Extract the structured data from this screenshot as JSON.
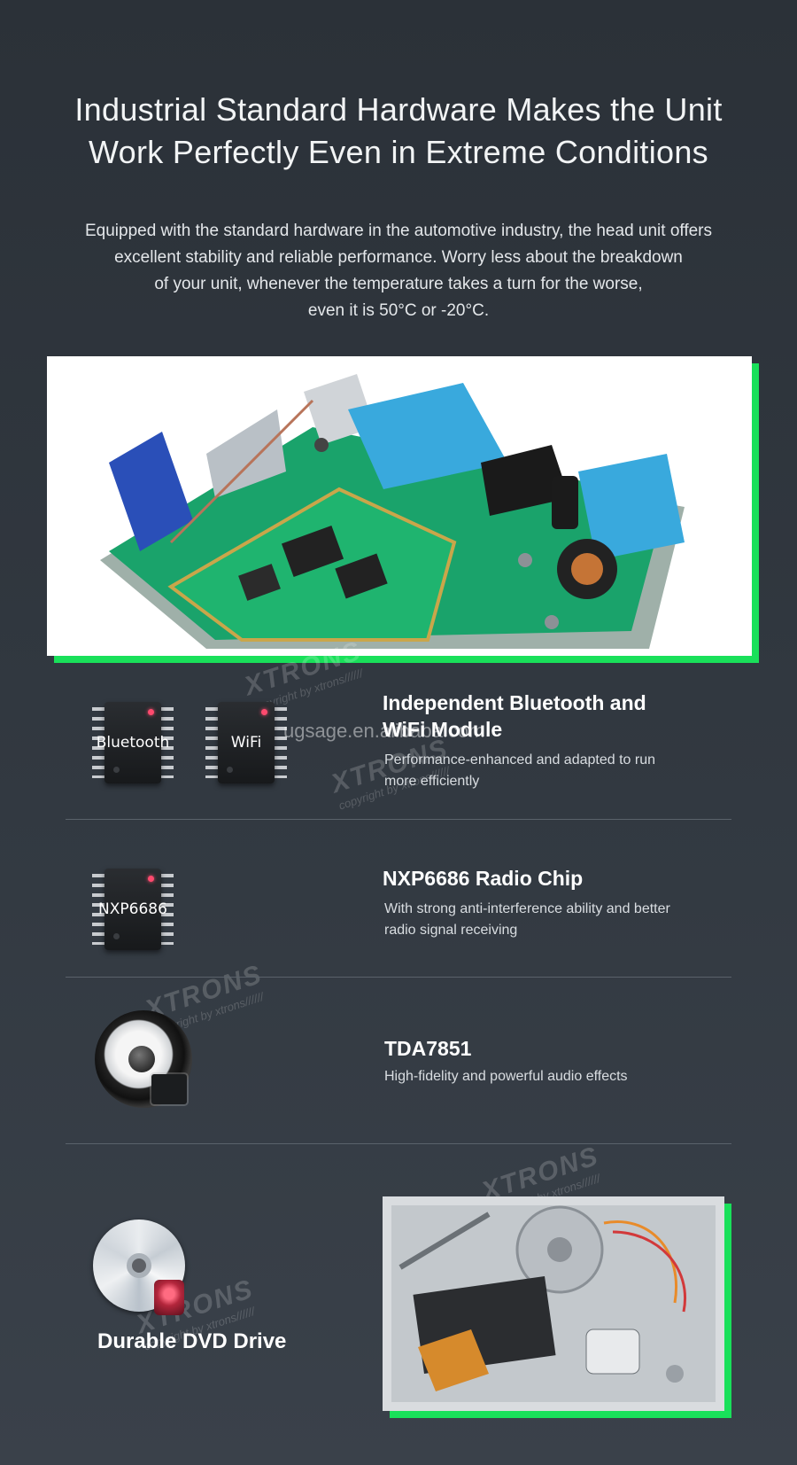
{
  "headline": {
    "line1": "Industrial Standard Hardware Makes the Unit",
    "line2": "Work Perfectly Even in Extreme Conditions"
  },
  "intro": {
    "line1": "Equipped with the standard hardware in the automotive industry, the head unit offers",
    "line2": "excellent stability and reliable performance. Worry less about the breakdown",
    "line3": "of your unit, whenever the temperature takes a turn for the worse,",
    "line4": "even it is 50°C or -20°C."
  },
  "features": [
    {
      "title_line1": "Independent Bluetooth and",
      "title_line2": "WiFi Module",
      "description_line1": "Performance-enhanced and adapted to run",
      "description_line2": "more efficiently",
      "chips": [
        "Bluetooth",
        "WiFi"
      ]
    },
    {
      "title_line1": "NXP6686 Radio Chip",
      "description_line1": "With strong anti-interference ability and better",
      "description_line2": "radio signal receiving",
      "chips": [
        "NXP6686"
      ]
    },
    {
      "title_line1": "TDA7851",
      "description_line1": "High-fidelity and powerful audio effects"
    },
    {
      "title_line1": "Durable DVD Drive"
    }
  ],
  "watermark": {
    "brand": "XTRONS",
    "copy": "copyright by xtrons//////",
    "url": "ugsage.en.alibaba.com"
  },
  "colors": {
    "background": "#2f353c",
    "accent": "#19e05a",
    "board_green": "#1aa36b",
    "connector_blue": "#39a9dd"
  }
}
